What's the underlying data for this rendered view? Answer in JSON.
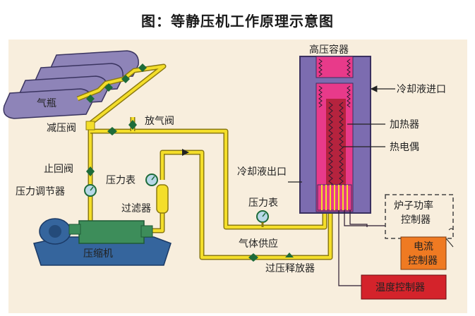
{
  "title": "图：等静压机工作原理示意图",
  "labels": {
    "cylinder": "气瓶",
    "pressure_reducing_valve": "减压阀",
    "vent_valve": "放气阀",
    "check_valve": "止回阀",
    "pressure_regulator": "压力调节器",
    "pressure_gauge_1": "压力表",
    "filter": "过滤器",
    "compressor": "压缩机",
    "high_pressure_vessel": "高压容器",
    "coolant_inlet": "冷却液进口",
    "heater": "加热器",
    "thermocouple": "热电偶",
    "coolant_outlet": "冷却液出口",
    "pressure_gauge_2": "压力表",
    "gas_supply": "气体供应",
    "overpressure_release": "过压释放器",
    "furnace_power_controller_line1": "炉子功率",
    "furnace_power_controller_line2": "控制器",
    "current_controller_line1": "电流",
    "current_controller_line2": "控制器",
    "temperature_controller": "温度控制器"
  },
  "colors": {
    "panel_bg": "#f8eedd",
    "pipe": "#f4de2a",
    "pipe_edge": "#8c7a10",
    "cylinder": "#8e84b8",
    "vessel_outer": "#7c6cb0",
    "vessel_inner": "#e83a8a",
    "vessel_core": "#b5233e",
    "compressor": "#3d8d5a",
    "compressor_base": "#35659d",
    "current_controller": "#ef7a22",
    "temperature_controller": "#d4232b",
    "valve": "#1d6b3a"
  }
}
